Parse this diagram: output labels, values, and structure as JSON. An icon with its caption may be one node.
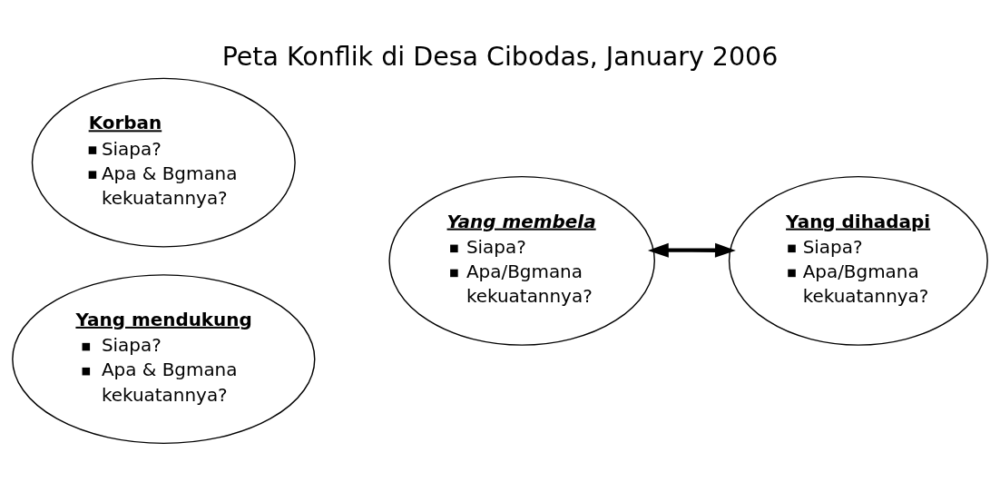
{
  "diagram": {
    "title": "Peta Konflik di Desa Cibodas, January 2006",
    "nodes": [
      {
        "text": [
          "Korban",
          "Siapa?",
          "Apa & Bgmana kekuatannya?"
        ]
      },
      {
        "text": [
          "Yang mendukung",
          "Siapa?",
          "Apa & Bgmana kekuatannya?"
        ]
      },
      {
        "text": [
          "Yang membela",
          "Siapa?",
          "Apa/Bgmana kekuatannya?"
        ]
      },
      {
        "text": [
          "Yang dihadapi",
          "Siapa?",
          "Apa/Bgmana kekuatannya?"
        ]
      }
    ],
    "edges": [
      {
        "from": 2,
        "to": 3,
        "arrow": "both"
      }
    ]
  }
}
